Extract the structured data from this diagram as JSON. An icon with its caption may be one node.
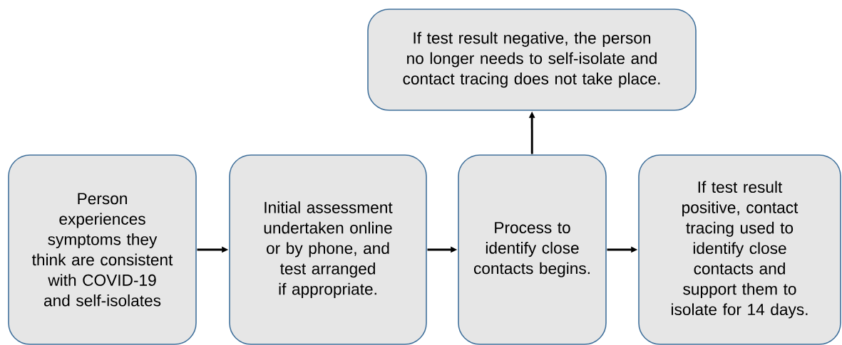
{
  "diagram": {
    "nodes": [
      {
        "text": [
          "Person experiences symptoms they think are consistent with COVID-19 and self-isolates"
        ]
      },
      {
        "text": [
          "Initial assessment undertaken online or by phone, and test arranged if appropriate."
        ]
      },
      {
        "text": [
          "Process to identify close contacts begins."
        ]
      },
      {
        "text": [
          "If test result positive, contact tracing used to identify close contacts and support them to isolate for 14 days."
        ]
      },
      {
        "text": [
          "If test result negative, the person no longer needs to self-isolate and contact tracing does not take place."
        ]
      }
    ],
    "edges": [
      {
        "from": 0,
        "to": 1,
        "arrow": "to"
      },
      {
        "from": 1,
        "to": 2,
        "arrow": "to"
      },
      {
        "from": 2,
        "to": 3,
        "arrow": "to"
      },
      {
        "from": 2,
        "to": 4,
        "arrow": "to"
      }
    ]
  }
}
